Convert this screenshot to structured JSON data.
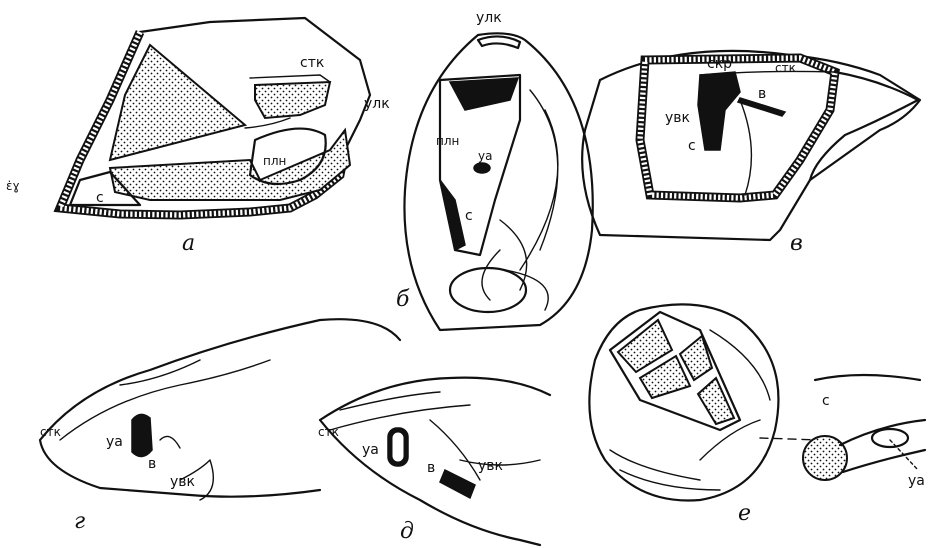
{
  "panels": {
    "a": {
      "letter": "а",
      "labels": {
        "stk": "стк",
        "ulk": "улк",
        "pln": "плн",
        "s": "с"
      }
    },
    "b": {
      "letter": "б",
      "labels": {
        "ulk": "улк",
        "pln": "плн",
        "ua": "уа",
        "s": "с"
      }
    },
    "v": {
      "letter": "в",
      "labels": {
        "skr": "скр",
        "stk": "стк",
        "uvk": "увк",
        "v": "в",
        "s": "с"
      }
    },
    "g": {
      "letter": "г",
      "labels": {
        "stk": "стк",
        "ua": "уа",
        "v": "в",
        "uvk": "увк"
      }
    },
    "d": {
      "letter": "д",
      "labels": {
        "stk": "стк",
        "ua": "уа",
        "v": "в",
        "uvk": "увк"
      }
    },
    "e": {
      "letter": "е",
      "labels": {
        "s": "с",
        "ua": "уа"
      }
    }
  },
  "stray_mark": "ɛ̇ɣ",
  "colors": {
    "ink": "#111111",
    "paper": "#ffffff"
  }
}
